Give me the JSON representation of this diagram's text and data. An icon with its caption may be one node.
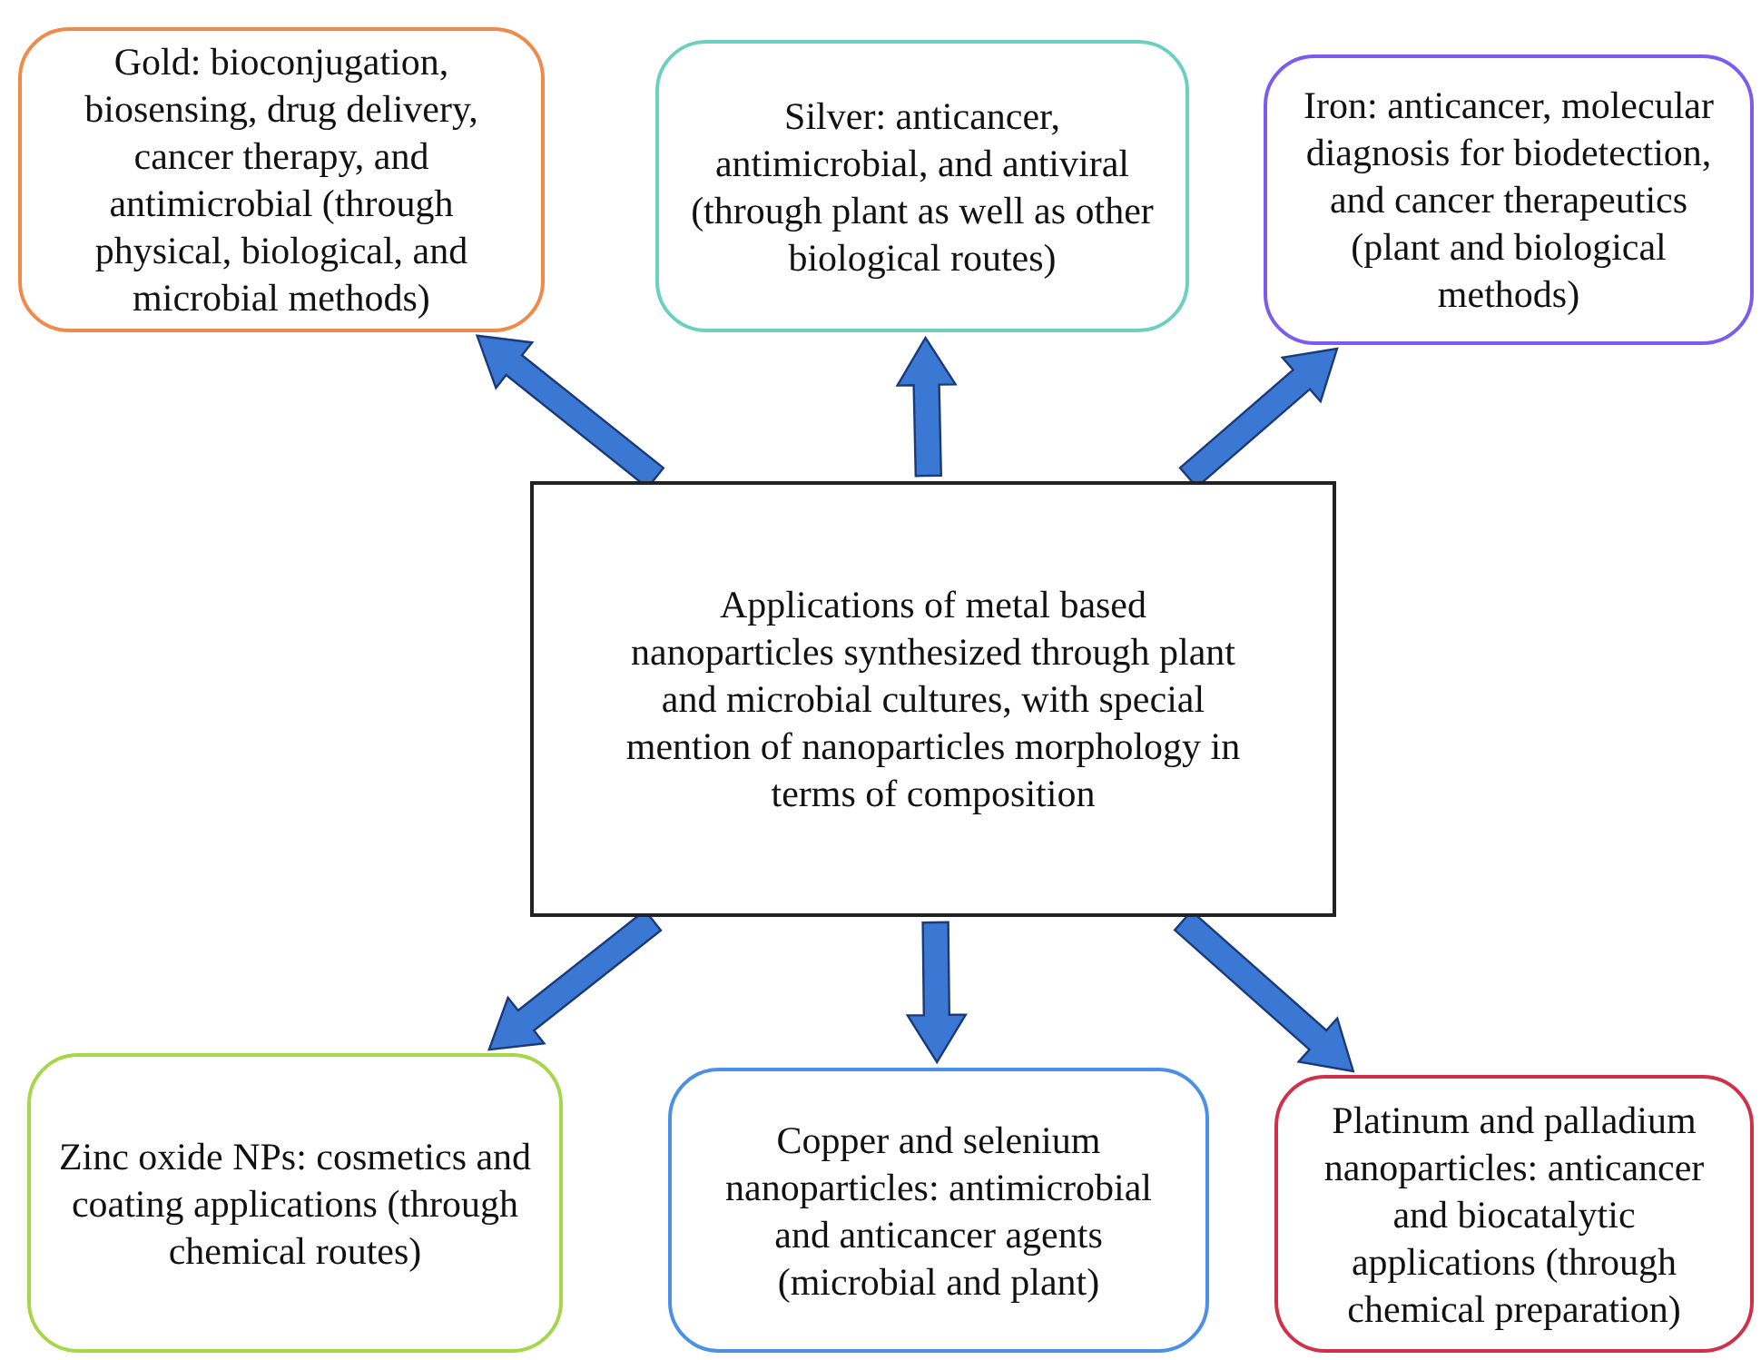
{
  "diagram": {
    "nodes": [
      {
        "text": [
          "Gold: bioconjugation, biosensing, drug delivery, cancer therapy, and antimicrobial (through physical, biological, and microbial methods)"
        ]
      },
      {
        "text": [
          "Silver: anticancer, antimicrobial, and antiviral (through plant as well as other biological routes)"
        ]
      },
      {
        "text": [
          "Iron: anticancer, molecular diagnosis for biodetection, and cancer therapeutics (plant and biological methods)"
        ]
      },
      {
        "text": [
          "Applications of metal based nanoparticles synthesized through plant and microbial cultures, with special mention of nanoparticles morphology in terms of composition"
        ]
      },
      {
        "text": [
          "Zinc oxide NPs: cosmetics and coating applications (through chemical routes)"
        ]
      },
      {
        "text": [
          "Copper and selenium nanoparticles: antimicrobial and anticancer agents (microbial and plant)"
        ]
      },
      {
        "text": [
          "Platinum and palladium nanoparticles: anticancer and biocatalytic applications (through chemical preparation)"
        ]
      }
    ],
    "edges": [
      {
        "from": 3,
        "to": 0,
        "arrow": "to"
      },
      {
        "from": 3,
        "to": 1,
        "arrow": "to"
      },
      {
        "from": 3,
        "to": 2,
        "arrow": "to"
      },
      {
        "from": 3,
        "to": 4,
        "arrow": "to"
      },
      {
        "from": 3,
        "to": 5,
        "arrow": "to"
      },
      {
        "from": 3,
        "to": 6,
        "arrow": "to"
      }
    ]
  }
}
